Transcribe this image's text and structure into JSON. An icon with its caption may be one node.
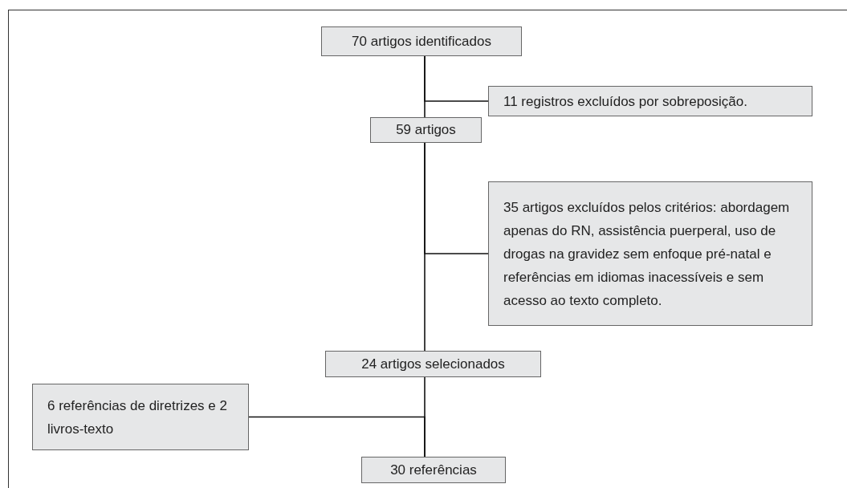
{
  "diagram": {
    "nodes": [
      {
        "text": [
          "70 artigos identificados"
        ]
      },
      {
        "text": [
          "11 registros excluídos por sobreposição."
        ]
      },
      {
        "text": [
          "59 artigos"
        ]
      },
      {
        "text": [
          "35 artigos excluídos pelos critérios: abordagem apenas do RN, assistência puerperal, uso de drogas na gravidez sem enfoque pré-natal e referências em idiomas inacessíveis e sem acesso ao texto completo."
        ]
      },
      {
        "text": [
          "24 artigos selecionados"
        ]
      },
      {
        "text": [
          "6 referências de diretrizes e 2 livros-texto"
        ]
      },
      {
        "text": [
          "30 referências"
        ]
      }
    ],
    "edges": [
      {
        "from": 0,
        "to": 2,
        "arrow": "none"
      },
      {
        "from": 0,
        "to": 1,
        "arrow": "none"
      },
      {
        "from": 2,
        "to": 4,
        "arrow": "none"
      },
      {
        "from": 2,
        "to": 3,
        "arrow": "none"
      },
      {
        "from": 4,
        "to": 6,
        "arrow": "none"
      },
      {
        "from": 5,
        "to": 6,
        "arrow": "none"
      }
    ]
  }
}
